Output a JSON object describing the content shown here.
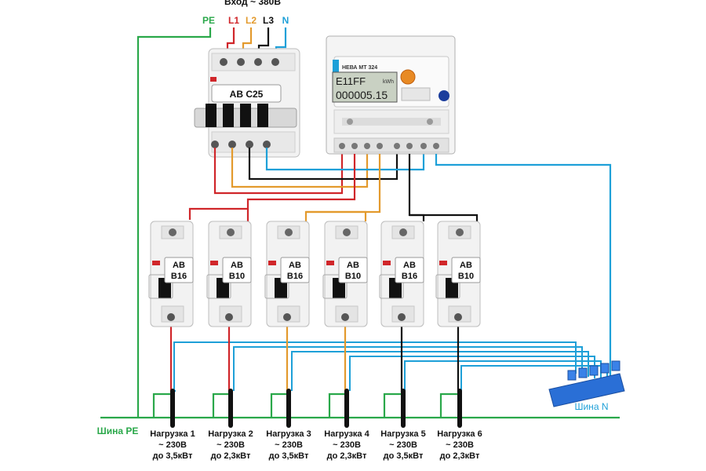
{
  "title": "Вход ~ 380В",
  "input_lines": [
    {
      "label": "PE",
      "color": "#2aa84a"
    },
    {
      "label": "L1",
      "color": "#d0262a"
    },
    {
      "label": "L2",
      "color": "#e39a2d"
    },
    {
      "label": "L3",
      "color": "#111111"
    },
    {
      "label": "N",
      "color": "#1ea0d8"
    }
  ],
  "main_breaker": {
    "label": "АВ С25"
  },
  "meter": {
    "brand": "НЕВА МТ 324",
    "display_top": "E11FF",
    "display_value": "000005.15",
    "unit": "kWh"
  },
  "breakers": [
    {
      "line1": "АВ",
      "line2": "В16",
      "phase": "L1"
    },
    {
      "line1": "АВ",
      "line2": "В10",
      "phase": "L1"
    },
    {
      "line1": "АВ",
      "line2": "В16",
      "phase": "L2"
    },
    {
      "line1": "АВ",
      "line2": "В10",
      "phase": "L2"
    },
    {
      "line1": "АВ",
      "line2": "В16",
      "phase": "L3"
    },
    {
      "line1": "АВ",
      "line2": "В10",
      "phase": "L3"
    }
  ],
  "loads": [
    {
      "name": "Нагрузка 1",
      "voltage": "~ 230В",
      "power": "до 3,5кВт"
    },
    {
      "name": "Нагрузка 2",
      "voltage": "~ 230В",
      "power": "до 2,3кВт"
    },
    {
      "name": "Нагрузка 3",
      "voltage": "~ 230В",
      "power": "до 3,5кВт"
    },
    {
      "name": "Нагрузка 4",
      "voltage": "~ 230В",
      "power": "до 2,3кВт"
    },
    {
      "name": "Нагрузка 5",
      "voltage": "~ 230В",
      "power": "до 3,5кВт"
    },
    {
      "name": "Нагрузка 6",
      "voltage": "~ 230В",
      "power": "до 2,3кВт"
    }
  ],
  "bus_pe_label": "Шина PE",
  "bus_n_label": "Шина N"
}
